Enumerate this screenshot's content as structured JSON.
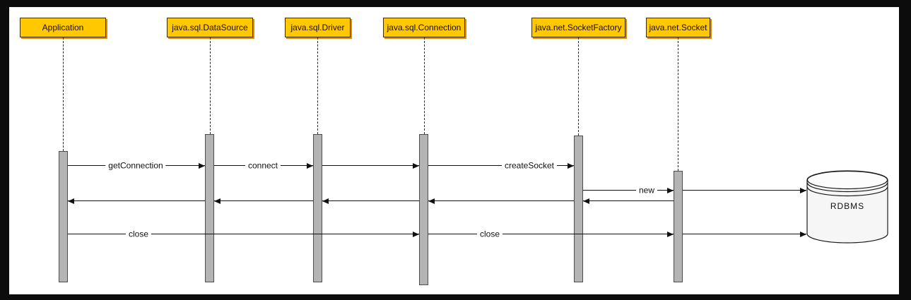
{
  "diagram_type": "uml-sequence-diagram",
  "colors": {
    "frame_background": "#0c0c0c",
    "canvas_background": "#ffffff",
    "participant_fill": "#ffc800",
    "participant_border": "#403000",
    "participant_shadow": "#e08900",
    "activation_fill": "#b4b4b4",
    "activation_border": "#4c4c4c",
    "line": "#111111"
  },
  "participants": [
    {
      "name": "Application"
    },
    {
      "name": "java.sql.DataSource"
    },
    {
      "name": "java.sql.Driver"
    },
    {
      "name": "java.sql.Connection"
    },
    {
      "name": "java.net.SocketFactory"
    },
    {
      "name": "java.net.Socket"
    }
  ],
  "database": {
    "label": "RDBMS"
  },
  "messages": [
    {
      "label": "getConnection",
      "from": "Application",
      "to": "java.sql.DataSource",
      "kind": "call"
    },
    {
      "label": "connect",
      "from": "java.sql.DataSource",
      "to": "java.sql.Driver",
      "kind": "call"
    },
    {
      "label": "",
      "from": "java.sql.Driver",
      "to": "java.sql.Connection",
      "kind": "call"
    },
    {
      "label": "createSocket",
      "from": "java.sql.Connection",
      "to": "java.net.SocketFactory",
      "kind": "call"
    },
    {
      "label": "new",
      "from": "java.net.SocketFactory",
      "to": "java.net.Socket",
      "kind": "call"
    },
    {
      "label": "",
      "from": "java.net.Socket",
      "to": "RDBMS",
      "kind": "call"
    },
    {
      "label": "",
      "from": "java.net.Socket",
      "to": "java.net.SocketFactory",
      "kind": "return"
    },
    {
      "label": "",
      "from": "java.net.SocketFactory",
      "to": "java.sql.Connection",
      "kind": "return"
    },
    {
      "label": "",
      "from": "java.sql.Connection",
      "to": "java.sql.Driver",
      "kind": "return"
    },
    {
      "label": "",
      "from": "java.sql.Driver",
      "to": "java.sql.DataSource",
      "kind": "return"
    },
    {
      "label": "",
      "from": "java.sql.DataSource",
      "to": "Application",
      "kind": "return"
    },
    {
      "label": "close",
      "from": "Application",
      "to": "java.sql.Connection",
      "kind": "call"
    },
    {
      "label": "close",
      "from": "java.sql.Connection",
      "to": "java.net.Socket",
      "kind": "call"
    },
    {
      "label": "",
      "from": "java.net.Socket",
      "to": "RDBMS",
      "kind": "call"
    }
  ]
}
